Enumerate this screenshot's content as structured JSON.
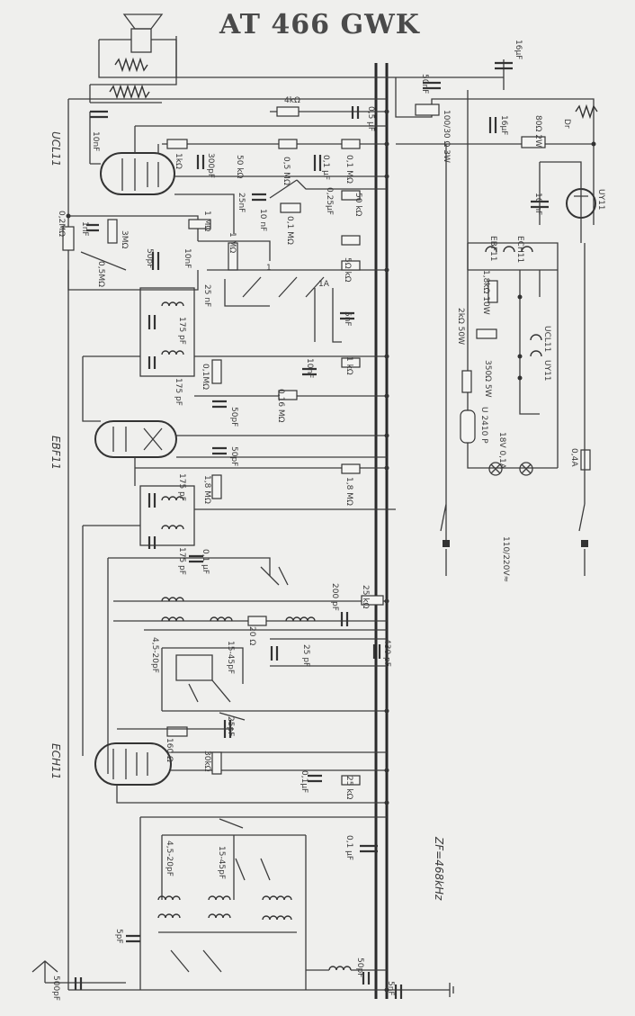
{
  "title": "AT 466 GWK",
  "tubes": {
    "output": "UCL11",
    "if_amp": "EBF11",
    "mixer": "ECH11",
    "rectifier": "UY11"
  },
  "notes": {
    "if_freq": "ZF=468kHz",
    "mains": "110/220V≈"
  },
  "filament_chain": [
    "EBF11",
    "ECH11",
    "UCL11",
    "UY11"
  ],
  "labels": {
    "r_4k": "4kΩ",
    "c_05uf": "0,5 µF",
    "c_50nf": "50nF",
    "c_16uf_top": "16µF",
    "r_pot": "100/30 Ω 3W",
    "c_16uf": "16µF",
    "r_80": "80Ω 2W",
    "choke": "Dr",
    "c_10nf_top": "10nF",
    "r_1k": "1kΩ",
    "c_300pf": "300pF",
    "r_50k": "50 kΩ",
    "r_05m": "0,5 MΩ",
    "c_01uf": "0,1 µF",
    "r_01m": "0,1 MΩ",
    "c_25nf": "25nF",
    "c_025uf": "0,25µF",
    "r_50k2": "50 kΩ",
    "c_10nf2": "10 nF",
    "r_01m2": "0,1 MΩ",
    "r_1m": "1 MΩ",
    "c_10nf_uy": "10 nF",
    "r_02m": "0,2MΩ",
    "c_1nf": "1nF",
    "r_3m": "3MΩ",
    "r_05m2": "0,5MΩ",
    "c_50pf": "50pF",
    "c_10nf3": "10nF",
    "pot_1m": "1 MΩ",
    "c_25nf2": "25 nF",
    "r_50k3": "5Ω kΩ",
    "c_5nf": "5nF",
    "c_175a": "175 pF",
    "c_175b": "175 pF",
    "r_01m3": "0,1MΩ",
    "c_10nf4": "10nF",
    "r_1k2": "1 kΩ",
    "r_016": "0,16 MΩ",
    "c_50pf2": "50pF",
    "c_50pf3": "50pF",
    "r_18m": "1,8 MΩ",
    "r_18m2": "1,8 MΩ",
    "c_175c": "175 pF",
    "c_175d": "175 pF",
    "r_18k": "1,8kΩ 10W",
    "r_2k": "2kΩ 50W",
    "r_350": "350Ω 5W",
    "ptc": "U 2410 P",
    "lamp": "18V 0,1A",
    "fuse": "0,4A",
    "c_01uf2": "0,1 µF",
    "c_200pf": "200 pF",
    "r_25k": "25 kΩ",
    "r_20": "20 Ω",
    "c_25pf": "25 pF",
    "c_430pf": "430 pF",
    "trim1": "4,5-20pF",
    "trim2": "15-45pF",
    "r_160": "160 Ω",
    "r_30k": "30kΩ",
    "c_25pf2": "25pF",
    "c_01uf3": "0,1µF",
    "r_25k2": "25 kΩ",
    "c_01uf4": "0,1 µF",
    "trim3": "4,5-20pF",
    "trim4": "15-45pF",
    "c_5pf": "5pF",
    "c_500pf": "500pF",
    "c_50pf4": "50pF",
    "c_5nf2": "5nF",
    "sw_1a": "1A",
    "sw_1": "1"
  }
}
